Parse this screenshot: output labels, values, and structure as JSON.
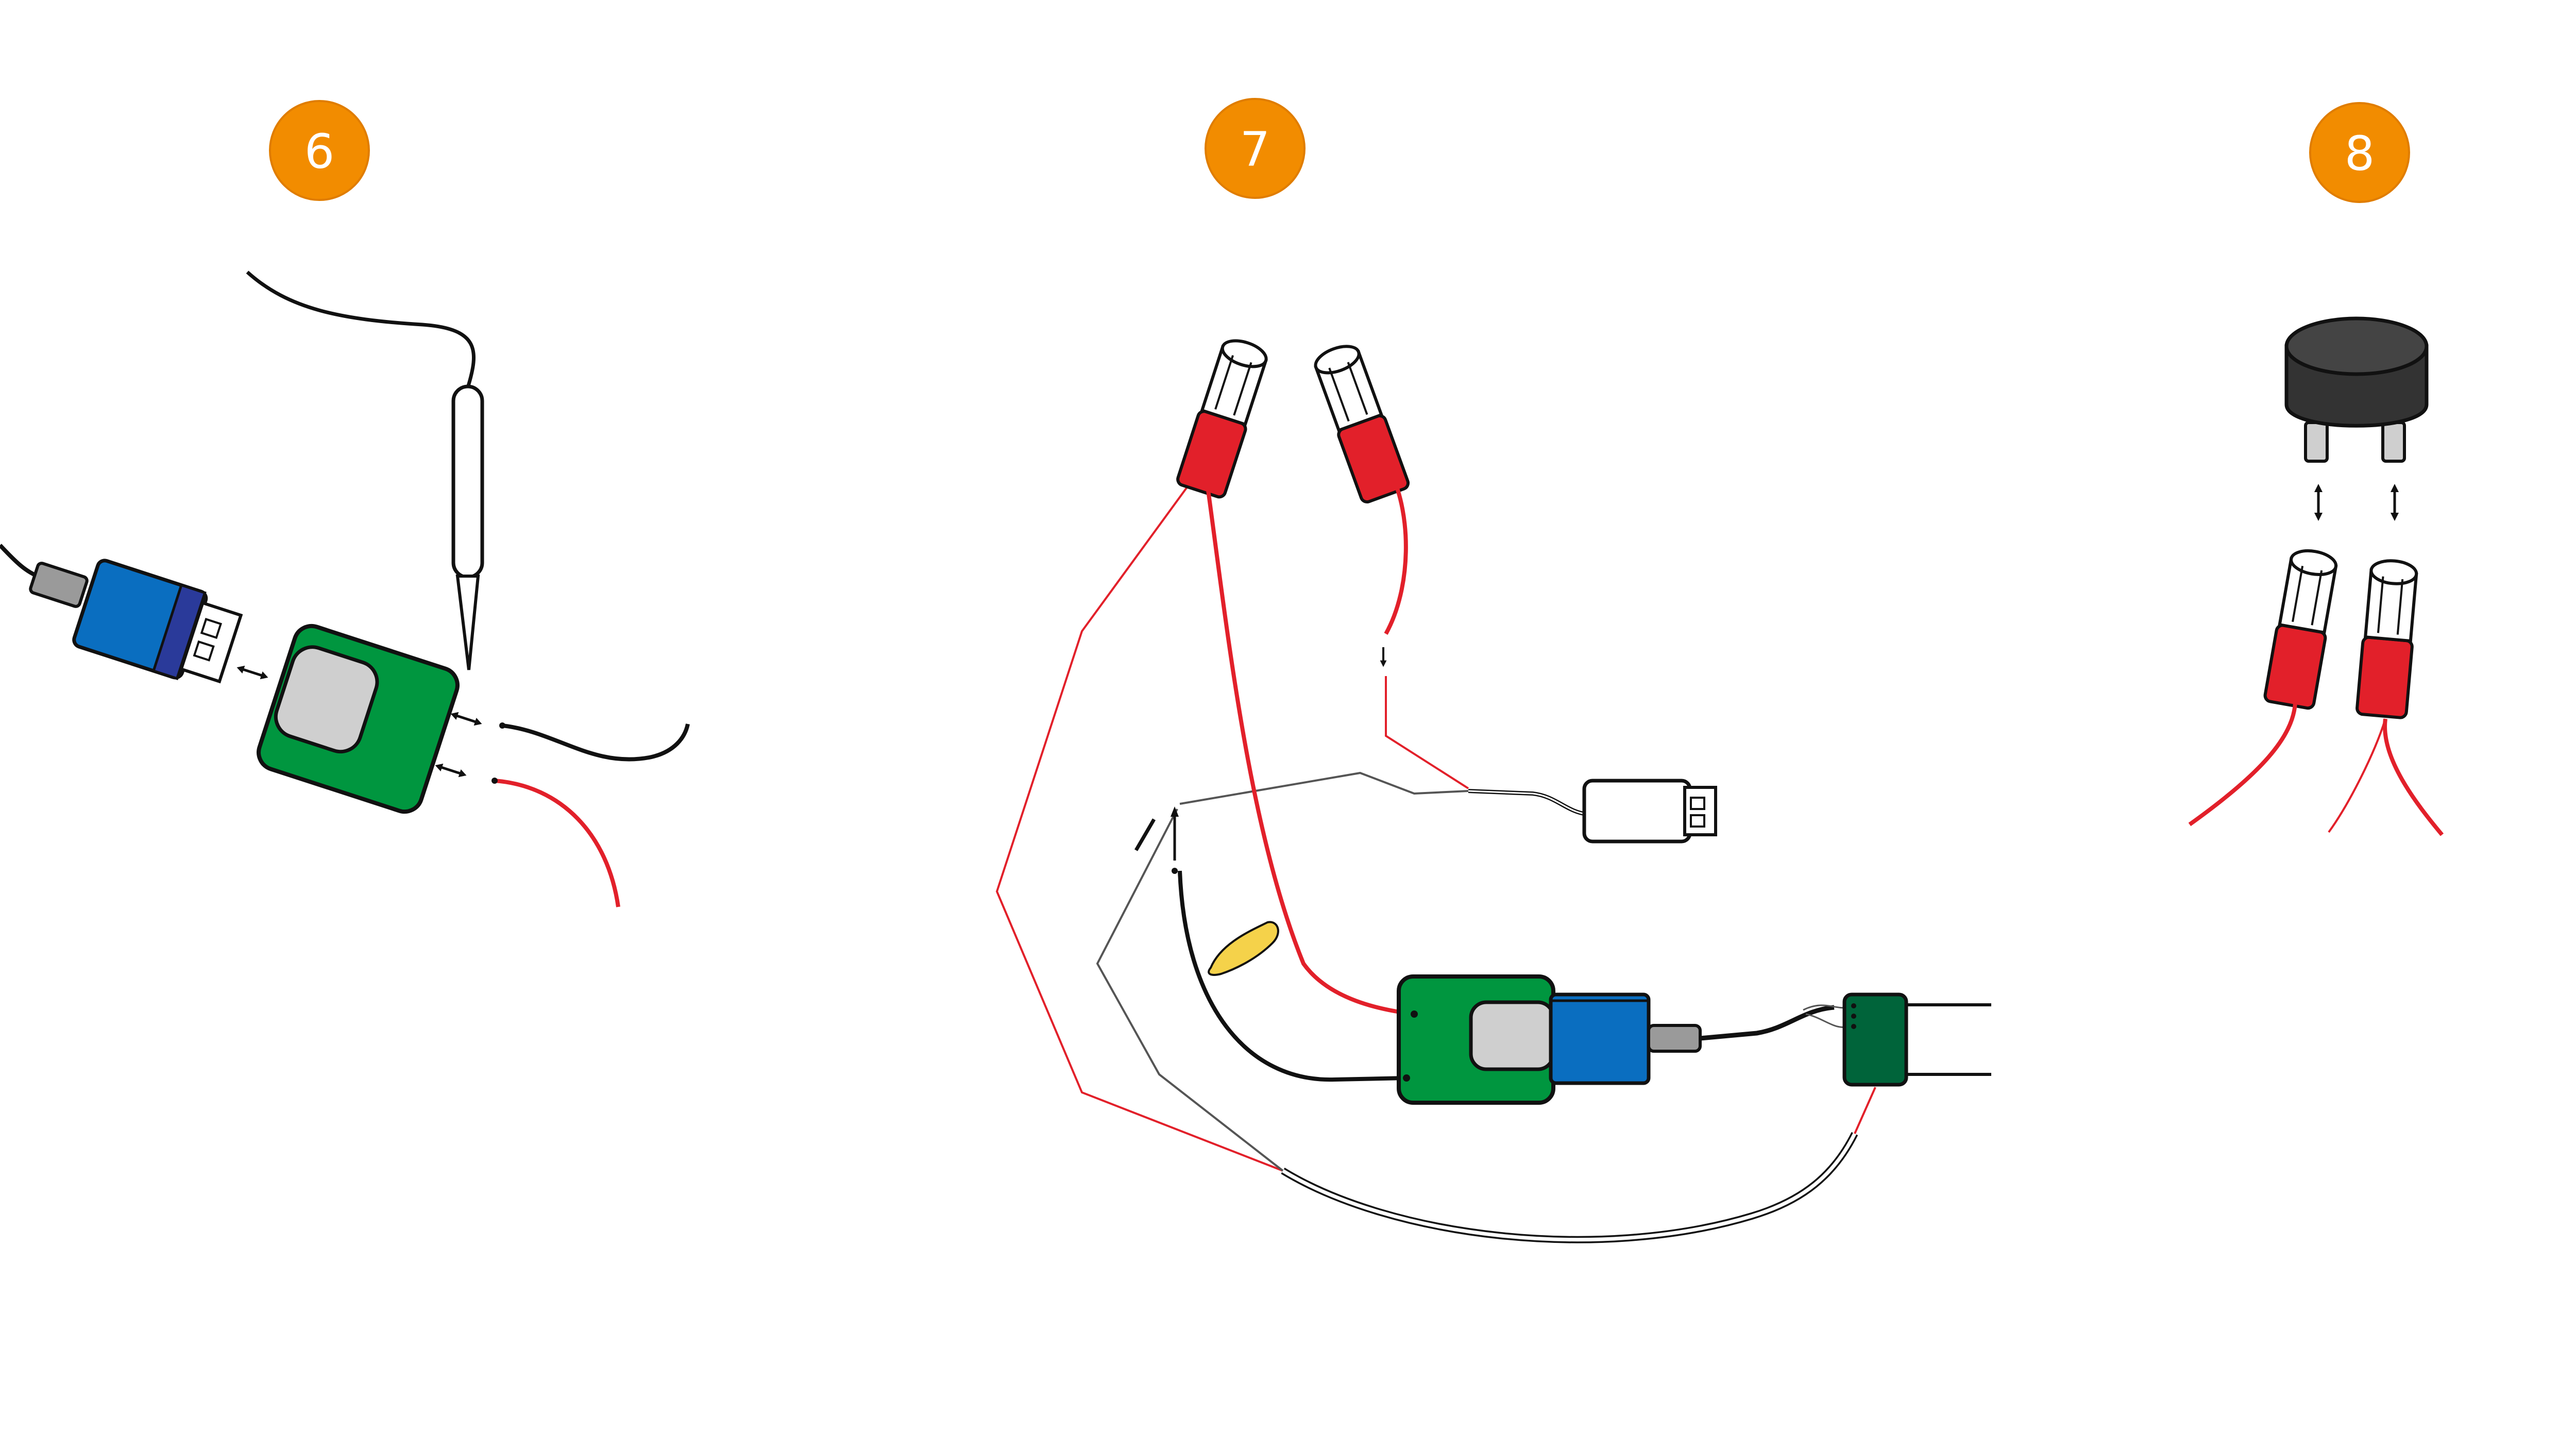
{
  "steps": [
    {
      "number": "6",
      "color": "#F28C00"
    },
    {
      "number": "7",
      "color": "#F28C00"
    },
    {
      "number": "8",
      "color": "#F28C00"
    }
  ],
  "colors": {
    "step_badge": "#F28C00",
    "board": "#00963F",
    "usb_plug": "#0A6EC0",
    "connector_body": "#E2202A",
    "wire_red": "#E2202A",
    "wire_black": "#111111",
    "resistor": "#F5D24A",
    "plug_board": "#00643A",
    "buzzer": "#333333"
  },
  "icons": [
    "soldering-iron-icon",
    "usb-cable-icon",
    "circuit-board-icon",
    "bullet-connector-icon",
    "resistor-icon",
    "usb-plug-icon",
    "buzzer-icon",
    "double-arrow-icon"
  ]
}
